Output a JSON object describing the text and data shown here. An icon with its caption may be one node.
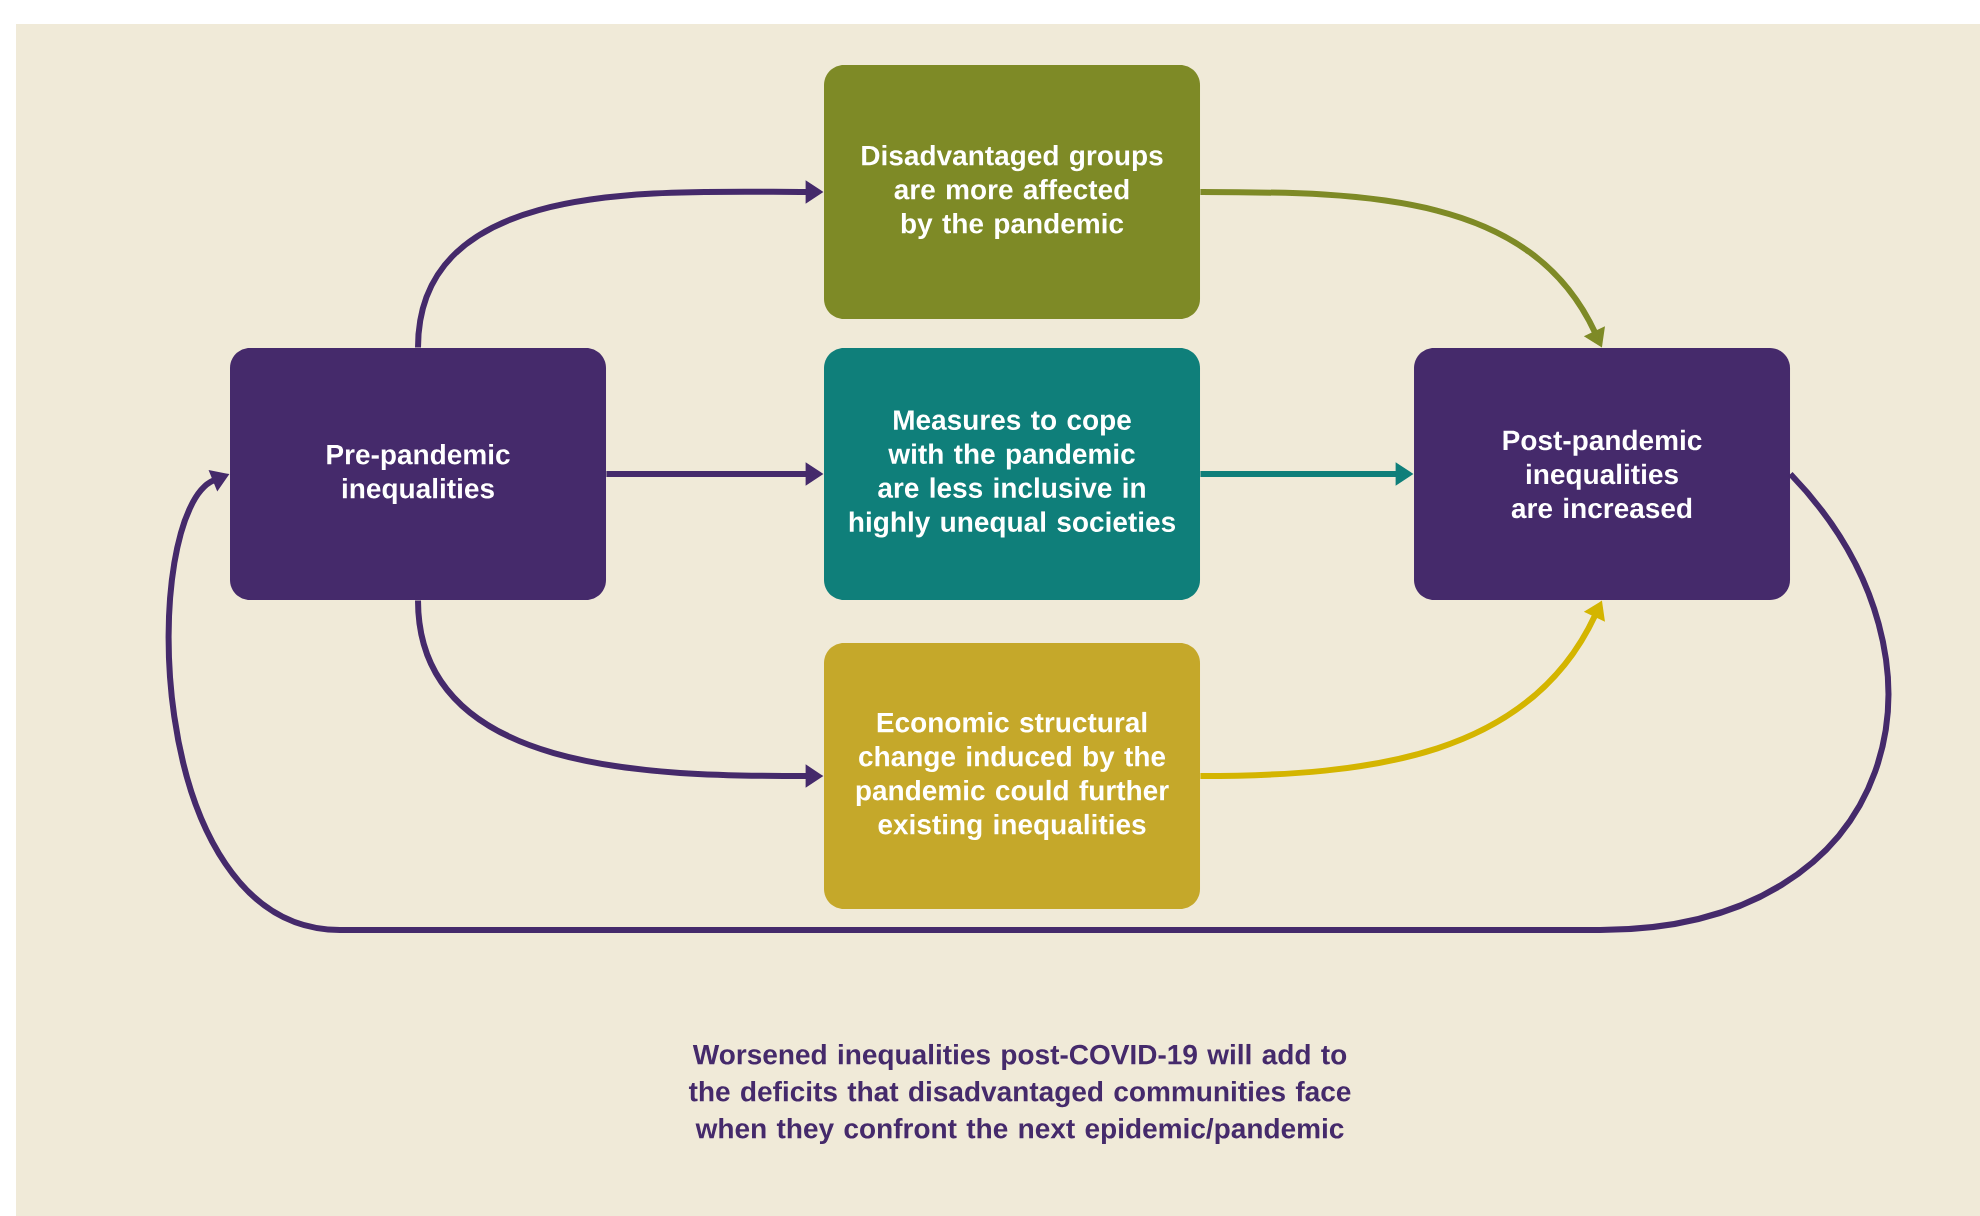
{
  "diagram": {
    "nodes": [
      {
        "text": [
          "Pre-pandemic inequalities"
        ]
      },
      {
        "text": [
          "Disadvantaged groups are more affected by the pandemic"
        ]
      },
      {
        "text": [
          "Measures to cope with the pandemic are less inclusive in highly unequal societies"
        ]
      },
      {
        "text": [
          "Economic structural change induced by the pandemic could further existing inequalities"
        ]
      },
      {
        "text": [
          "Post-pandemic inequalities are increased"
        ]
      }
    ],
    "edges": [
      {
        "from": 0,
        "to": 1,
        "arrow": "to"
      },
      {
        "from": 0,
        "to": 2,
        "arrow": "to"
      },
      {
        "from": 0,
        "to": 3,
        "arrow": "to"
      },
      {
        "from": 1,
        "to": 4,
        "arrow": "to",
        "color": "#7e8a26"
      },
      {
        "from": 2,
        "to": 4,
        "arrow": "to",
        "color": "#0f7f7a"
      },
      {
        "from": 3,
        "to": 4,
        "arrow": "to",
        "color": "#d4b500"
      },
      {
        "from": 4,
        "to": 0,
        "arrow": "to"
      }
    ],
    "labels": [
      "Worsened inequalities post-COVID-19 will add to the deficits that disadvantaged communities face when they confront the next epidemic/pandemic"
    ]
  }
}
